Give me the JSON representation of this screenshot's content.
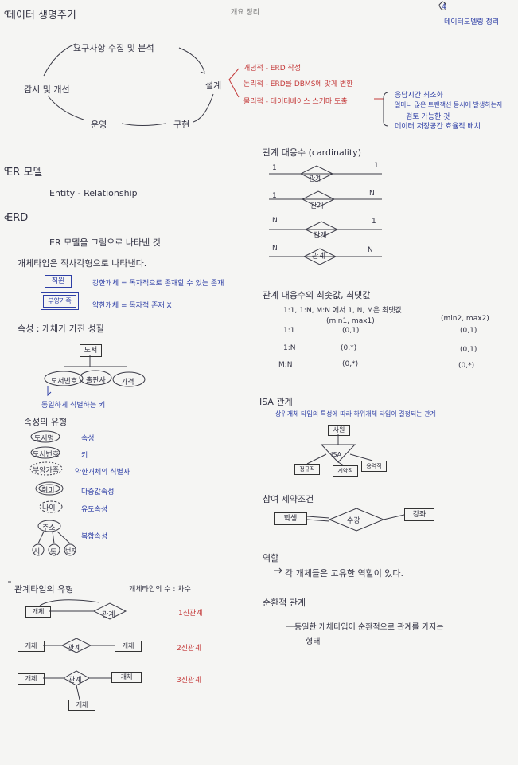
{
  "header": {
    "top_title": "데이터 생명주기",
    "top_center": "개요 정리",
    "top_right": "데이터모델링 정리",
    "page_num": "4"
  },
  "lifecycle": {
    "req": "요구사항 수집 및 분석",
    "design": "설계",
    "impl": "구현",
    "ops": "운영",
    "monitor": "감시 및 개선"
  },
  "design_steps": {
    "conceptual": "개념적 - ERD 작성",
    "logical": "논리적 - ERD를 DBMS에 맞게 변환",
    "physical": "물리적 - 데이터베이스 스키마 도출",
    "notes": [
      "응답시간 최소화",
      "얼마나 많은 트랜잭션 동시에 발생하는지",
      "검토 가능한 것",
      "데이터 저장공간 효율적 배치"
    ]
  },
  "er_model": {
    "title": "ER 모델",
    "desc": "Entity - Relationship"
  },
  "erd": {
    "title": "ERD",
    "desc": "ER 모델을 그림으로 나타낸 것"
  },
  "entity_type": {
    "title": "개체타입은 직사각형으로 나타낸다.",
    "strong_label": "직원",
    "strong_desc": "강한개체 = 독자적으로 존재할 수 있는 존재",
    "weak_label": "부양가족",
    "weak_desc": "약한개체 = 독자적 존재 X"
  },
  "attribute": {
    "title": "속성 : 개체가 가진 성질",
    "entity": "도서",
    "attrs": [
      "도서번호",
      "출판사",
      "가격"
    ],
    "note": "동일하게 식별하는 키"
  },
  "attr_types": {
    "title": "속성의 유형",
    "items": [
      {
        "label": "도서명",
        "desc": "속성"
      },
      {
        "label": "도서번호",
        "desc": "키"
      },
      {
        "label": "부양가족",
        "desc": "약한개체의 식별자"
      },
      {
        "label": "취미",
        "desc": "다중값속성"
      },
      {
        "label": "나이",
        "desc": "유도속성"
      },
      {
        "label": "주소",
        "desc": "복합속성"
      }
    ],
    "composite": [
      "시",
      "동",
      "번지"
    ]
  },
  "relationship": {
    "title": "관계타입의 유형",
    "degree_title": "개체타입의 수 : 차수",
    "unary": "1진관계",
    "binary": "2진관계",
    "ternary": "3진관계",
    "entity": "개체",
    "rel": "관계"
  },
  "cardinality": {
    "title": "관계 대응수 (cardinality)",
    "rows": [
      {
        "left": "1",
        "right": "1"
      },
      {
        "left": "1",
        "right": "N"
      },
      {
        "left": "N",
        "right": "1"
      },
      {
        "left": "N",
        "right": "N"
      }
    ],
    "rel": "관계"
  },
  "minmax": {
    "title": "관계 대응수의 최솟값, 최댓값",
    "subtitle": "1:1, 1:N, M:N 에서 1, N, M은 최댓값",
    "left_head": "(min1, max1)",
    "right_head": "(min2, max2)",
    "rows": [
      {
        "type": "1:1",
        "left": "(0,1)",
        "right": "(0,1)"
      },
      {
        "type": "1:N",
        "left": "(0,*)",
        "right": "(0,1)"
      },
      {
        "type": "M:N",
        "left": "(0,*)",
        "right": "(0,*)"
      }
    ]
  },
  "isa": {
    "title": "ISA 관계",
    "desc": "상위개체 타입의 특성에 따라 하위개체 타입이 결정되는 관계",
    "super": "사원",
    "label": "ISA",
    "subs": [
      "정규직",
      "계약직",
      "용역직"
    ]
  },
  "participation": {
    "title": "참여 제약조건",
    "left": "학생",
    "mid": "수강",
    "right": "강좌"
  },
  "role": {
    "title": "역할",
    "desc": "각 개체들은 고유한 역할이 있다."
  },
  "recursive": {
    "title": "순환적 관계",
    "desc": "동일한 개체타입이 순환적으로 관계를 가지는",
    "desc2": "형태"
  }
}
